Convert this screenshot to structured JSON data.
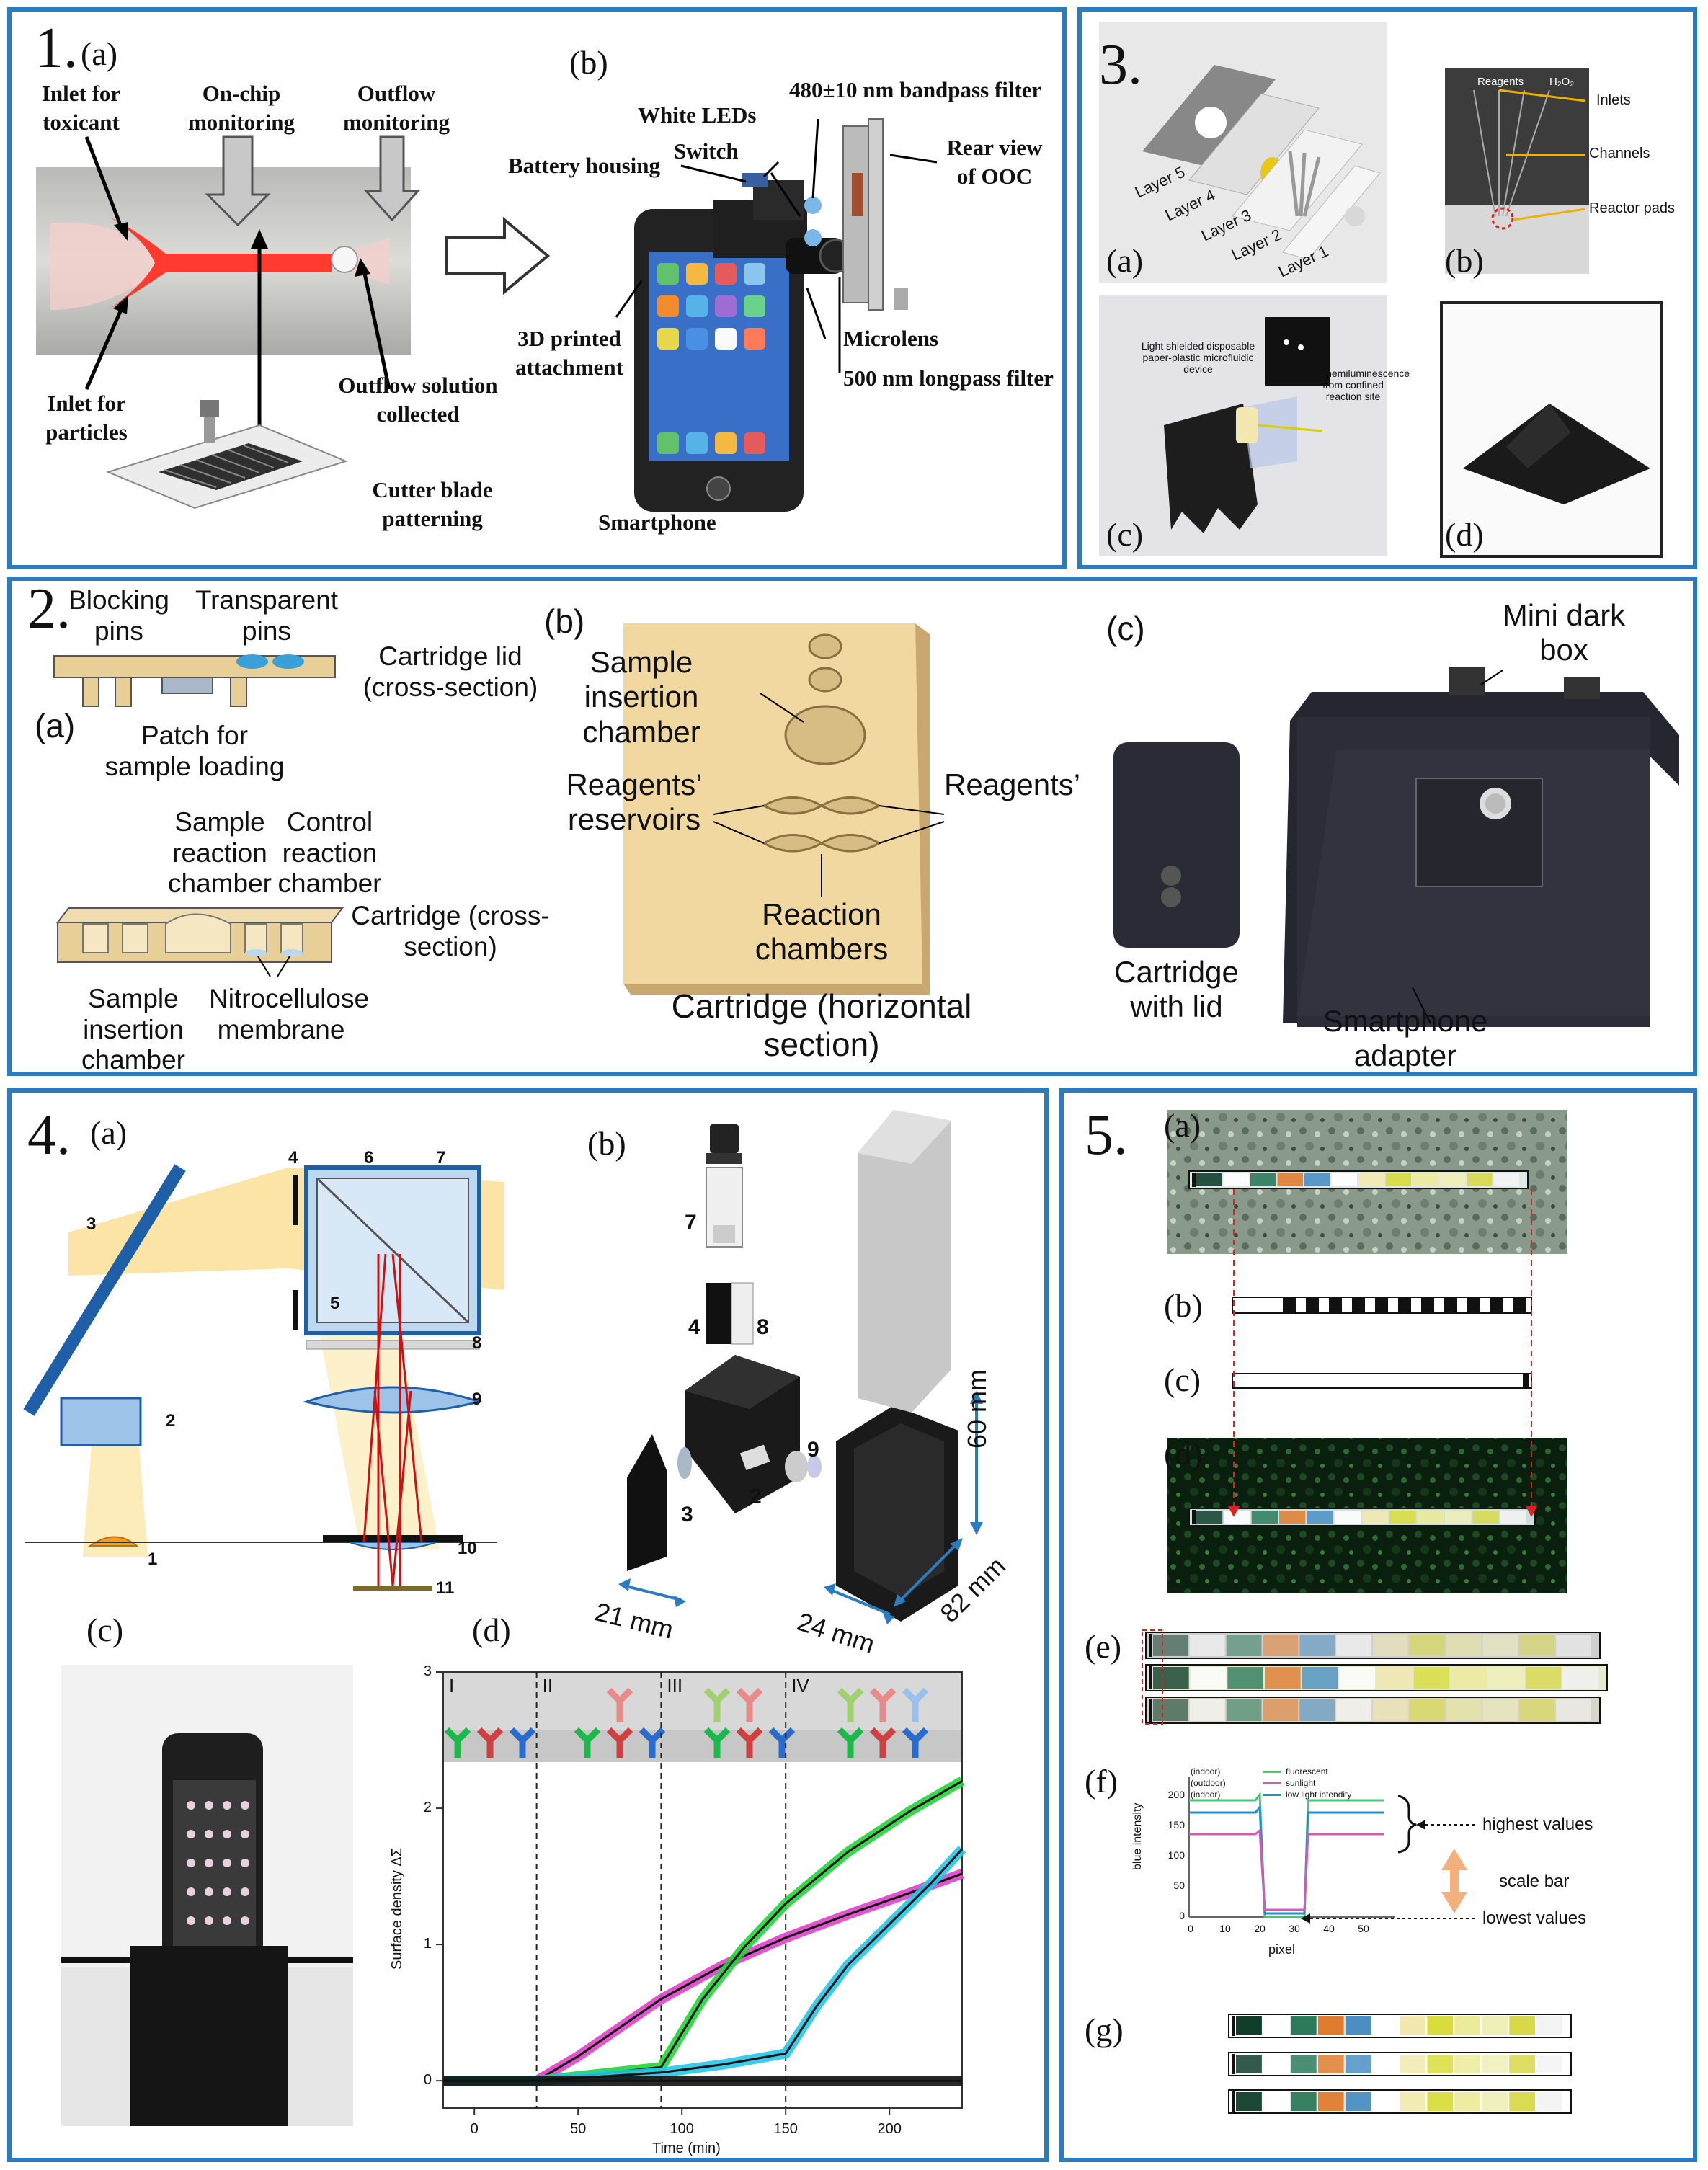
{
  "panel1": {
    "number": "1.",
    "a": "(a)",
    "b": "(b)",
    "inlet_toxicant": "Inlet for toxicant",
    "onchip": "On-chip monitoring",
    "outflow_monitoring": "Outflow monitoring",
    "inlet_particles": "Inlet for particles",
    "outflow_solution": "Outflow solution collected",
    "cutter": "Cutter blade patterning",
    "filter480": "480±10 nm bandpass filter",
    "white_leds": "White LEDs",
    "switch": "Switch",
    "battery": "Battery housing",
    "rear_view": "Rear view of OOC",
    "printed": "3D printed attachment",
    "microlens": "Microlens",
    "longpass": "500 nm longpass filter",
    "smartphone": "Smartphone"
  },
  "panel3": {
    "number": "3.",
    "a": "(a)",
    "b": "(b)",
    "c": "(c)",
    "d": "(d)",
    "layers": [
      "Layer 5",
      "Layer 4",
      "Layer 3",
      "Layer 2",
      "Layer 1"
    ],
    "reagents": "Reagents",
    "h2o2": "H₂O₂",
    "inlets": "Inlets",
    "channels": "Channels",
    "reactor_pads": "Reactor pads",
    "light_shielded": "Light shielded disposable paper-plastic microfluidic device",
    "chemi": "Chemiluminescence from confined reaction site"
  },
  "panel2": {
    "number": "2.",
    "a": "(a)",
    "b": "(b)",
    "c": "(c)",
    "blocking": "Blocking pins",
    "transparent": "Transparent pins",
    "lid": "Cartridge lid (cross-section)",
    "patch": "Patch for sample loading",
    "sample_reaction": "Sample reaction chamber",
    "control_reaction": "Control reaction chamber",
    "cartridge_cs": "Cartridge (cross-section)",
    "sample_insertion_a": "Sample insertion chamber",
    "nitro": "Nitrocellulose membrane",
    "sample_insertion_b": "Sample insertion chamber",
    "reagents_left": "Reagents’ reservoirs",
    "reagents_right": "Reagents’ reservoirs",
    "reaction_chambers": "Reaction chambers",
    "cartridge_hs": "Cartridge (horizontal section)",
    "mini_dark": "Mini dark box",
    "cartridge_lid": "Cartridge with lid",
    "adapter": "Smartphone adapter"
  },
  "panel4": {
    "number": "4.",
    "a": "(a)",
    "b": "(b)",
    "c": "(c)",
    "d": "(d)",
    "optics_numbers": [
      "1",
      "2",
      "3",
      "4",
      "5",
      "6",
      "7",
      "8",
      "9",
      "10",
      "11"
    ],
    "exploded_numbers": [
      "7",
      "4",
      "8",
      "3",
      "2",
      "9"
    ],
    "dim21": "21 mm",
    "dim24": "24 mm",
    "dim82": "82 mm",
    "dim60": "60 mm",
    "stages": [
      "I",
      "II",
      "III",
      "IV"
    ]
  },
  "panel5": {
    "number": "5.",
    "a": "(a)",
    "b": "(b)",
    "c": "(c)",
    "d": "(d)",
    "e": "(e)",
    "f": "(f)",
    "g": "(g)",
    "legend": [
      {
        "cond": "(indoor)",
        "name": "fluorescent",
        "color": "#4fc27a"
      },
      {
        "cond": "(outdoor)",
        "name": "sunlight",
        "color": "#d45bb0"
      },
      {
        "cond": "(indoor)",
        "name": "low light intendity",
        "color": "#1f8fd6"
      }
    ],
    "ylabel": "blue intensity",
    "xlabel": "pixel",
    "yticks": [
      "200",
      "150",
      "100",
      "50",
      "0"
    ],
    "xticks": [
      "0",
      "10",
      "20",
      "30",
      "40",
      "50"
    ],
    "highest": "highest values",
    "scale_bar": "scale bar",
    "lowest": "lowest values",
    "strip_colors": [
      "#0f3d2a",
      "#ffffff",
      "#2c7a5a",
      "#e07b2e",
      "#4a8ec2",
      "#ffffff",
      "#f3e9b0",
      "#d9dc3a",
      "#eceb9a",
      "#f0efb8",
      "#d8d84a",
      "#f3f3f3"
    ]
  },
  "chart_data": {
    "type": "line",
    "title": "",
    "xlabel": "Time (min)",
    "ylabel": "Surface density ΔΣ",
    "xlim": [
      -15,
      235
    ],
    "ylim": [
      -0.2,
      3
    ],
    "xticks": [
      0,
      50,
      100,
      150,
      200
    ],
    "yticks": [
      0,
      1,
      2,
      3
    ],
    "dashed_x": [
      30,
      90,
      150
    ],
    "stage_labels": [
      "I",
      "II",
      "III",
      "IV"
    ],
    "series": [
      {
        "color": "#e040c8",
        "x": [
          -15,
          0,
          30,
          50,
          90,
          120,
          150,
          180,
          210,
          235
        ],
        "y": [
          0,
          0,
          0,
          0.18,
          0.6,
          0.85,
          1.05,
          1.22,
          1.38,
          1.52
        ]
      },
      {
        "color": "#22d43a",
        "x": [
          -15,
          0,
          30,
          60,
          90,
          110,
          130,
          150,
          180,
          210,
          235
        ],
        "y": [
          0,
          0,
          0,
          0.05,
          0.1,
          0.6,
          0.98,
          1.3,
          1.68,
          1.98,
          2.2
        ]
      },
      {
        "color": "#22c8e8",
        "x": [
          -15,
          0,
          30,
          60,
          90,
          120,
          150,
          165,
          180,
          200,
          220,
          235
        ],
        "y": [
          0,
          0,
          0,
          0.03,
          0.06,
          0.12,
          0.2,
          0.55,
          0.85,
          1.15,
          1.45,
          1.7
        ]
      },
      {
        "color": "#111111",
        "x": [
          -15,
          0,
          30,
          60,
          90,
          120,
          150,
          180,
          210,
          235
        ],
        "y": [
          0,
          0,
          0,
          0,
          0,
          0,
          0,
          0,
          0,
          0
        ]
      }
    ]
  }
}
